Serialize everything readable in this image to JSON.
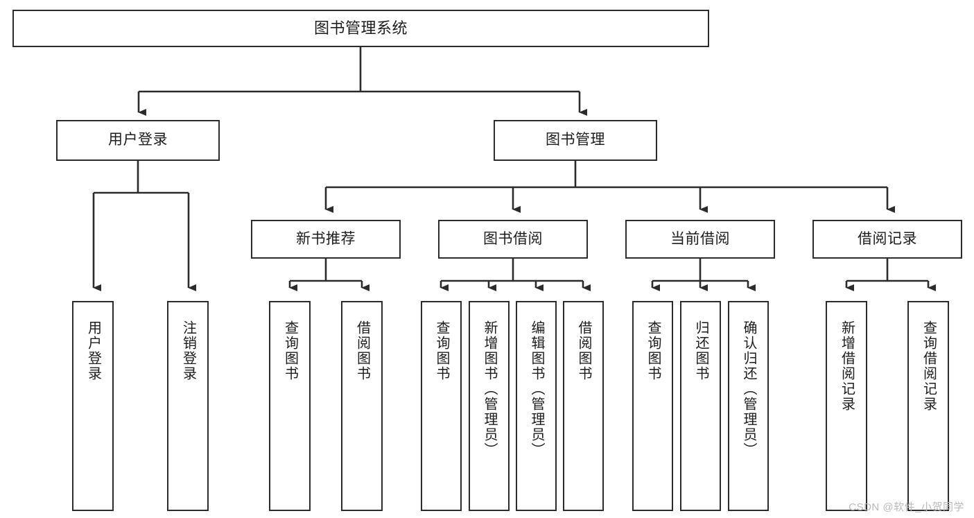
{
  "diagram": {
    "title": "图书管理系统",
    "watermark": "CSDN @软件_小贺同学",
    "line_color": "#2b2b2b",
    "box_fill": "#ffffff",
    "text_color": "#1c1c1c"
  },
  "nodes": {
    "root": {
      "label": "图书管理系统"
    },
    "level2": [
      {
        "id": "user-login",
        "label": "用户登录"
      },
      {
        "id": "book-manage",
        "label": "图书管理"
      }
    ],
    "level3": [
      {
        "id": "new-book-recommend",
        "label": "新书推荐"
      },
      {
        "id": "book-borrow",
        "label": "图书借阅"
      },
      {
        "id": "current-borrow",
        "label": "当前借阅"
      },
      {
        "id": "borrow-record",
        "label": "借阅记录"
      }
    ],
    "leaves": {
      "user_login": [
        {
          "id": "leaf-user-login",
          "label": "用户登录"
        },
        {
          "id": "leaf-logout",
          "label": "注销登录"
        }
      ],
      "new_book_recommend": [
        {
          "id": "leaf-query-book-1",
          "label": "查询图书"
        },
        {
          "id": "leaf-borrow-book-1",
          "label": "借阅图书"
        }
      ],
      "book_borrow": [
        {
          "id": "leaf-query-book-2",
          "label": "查询图书"
        },
        {
          "id": "leaf-add-book",
          "label": "新增图书（管理员）"
        },
        {
          "id": "leaf-edit-book",
          "label": "编辑图书（管理员）"
        },
        {
          "id": "leaf-borrow-book-2",
          "label": "借阅图书"
        }
      ],
      "current_borrow": [
        {
          "id": "leaf-query-book-3",
          "label": "查询图书"
        },
        {
          "id": "leaf-return-book",
          "label": "归还图书"
        },
        {
          "id": "leaf-confirm-return",
          "label": "确认归还（管理员）"
        }
      ],
      "borrow_record": [
        {
          "id": "leaf-add-record",
          "label": "新增借阅记录"
        },
        {
          "id": "leaf-query-record",
          "label": "查询借阅记录"
        }
      ]
    }
  }
}
